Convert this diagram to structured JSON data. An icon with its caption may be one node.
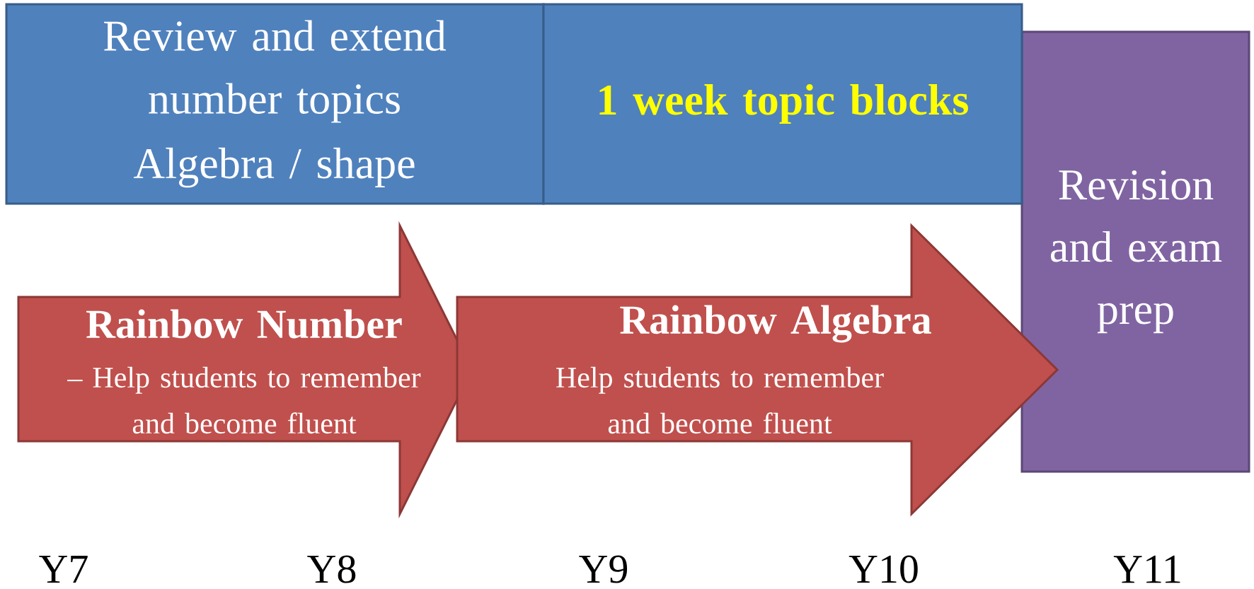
{
  "diagram": {
    "nodes": [
      {
        "text": [
          "Review and extend number topics",
          "Algebra / shape"
        ]
      },
      {
        "text": [
          "1 week topic blocks"
        ]
      },
      {
        "text": [
          "Rainbow Number",
          "– Help students to remember and become fluent"
        ]
      },
      {
        "text": [
          "Rainbow Algebra",
          "Help students to remember and become fluent"
        ]
      },
      {
        "text": [
          "Revision and exam prep"
        ]
      }
    ],
    "labels": [
      "Y7",
      "Y8",
      "Y9",
      "Y10",
      "Y11"
    ]
  }
}
